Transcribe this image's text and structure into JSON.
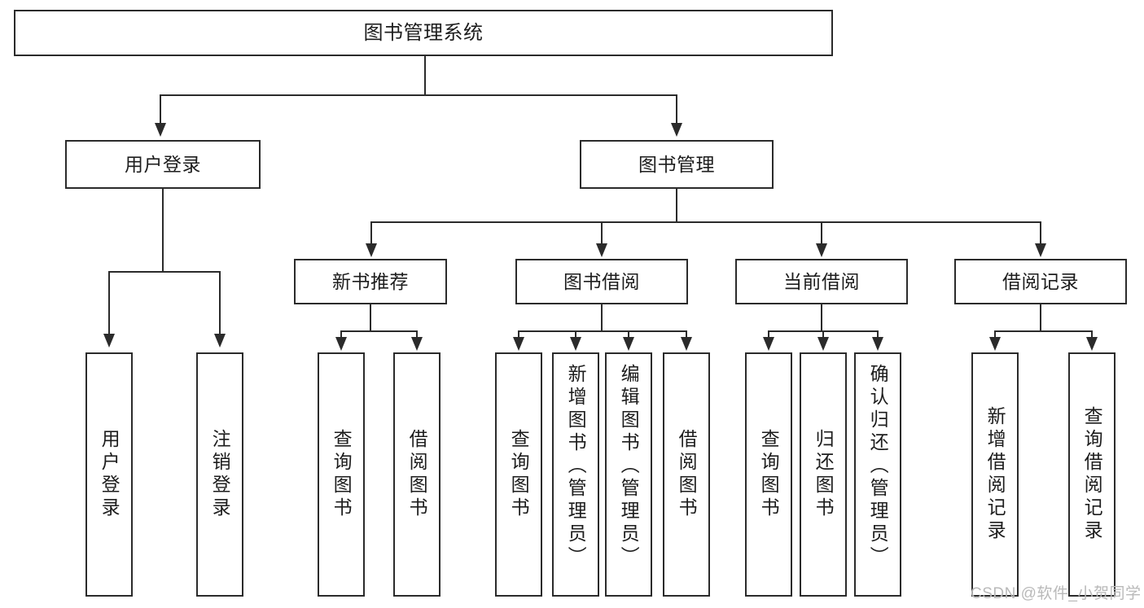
{
  "diagram": {
    "title": "图书管理系统",
    "type": "tree-hierarchy-chart",
    "root": {
      "label": "图书管理系统"
    },
    "level1": [
      {
        "label": "用户登录"
      },
      {
        "label": "图书管理"
      }
    ],
    "level2": [
      {
        "label": "新书推荐"
      },
      {
        "label": "图书借阅"
      },
      {
        "label": "当前借阅"
      },
      {
        "label": "借阅记录"
      }
    ],
    "leaves": {
      "user_login": [
        {
          "label": "用户登录"
        },
        {
          "label": "注销登录"
        }
      ],
      "new_book_recommend": [
        {
          "label": "查询图书"
        },
        {
          "label": "借阅图书"
        }
      ],
      "book_borrow": [
        {
          "label": "查询图书"
        },
        {
          "label": "新增图书（管理员）"
        },
        {
          "label": "编辑图书（管理员）"
        },
        {
          "label": "借阅图书"
        }
      ],
      "current_borrow": [
        {
          "label": "查询图书"
        },
        {
          "label": "归还图书"
        },
        {
          "label": "确认归还（管理员）"
        }
      ],
      "borrow_record": [
        {
          "label": "新增借阅记录"
        },
        {
          "label": "查询借阅记录"
        }
      ]
    }
  },
  "watermark": {
    "text": "CSDN @软件_小贺同学"
  },
  "colors": {
    "stroke": "#2b2b2b",
    "fill": "#ffffff",
    "text": "#1d1d1d",
    "watermark": "#b9b9b9"
  }
}
